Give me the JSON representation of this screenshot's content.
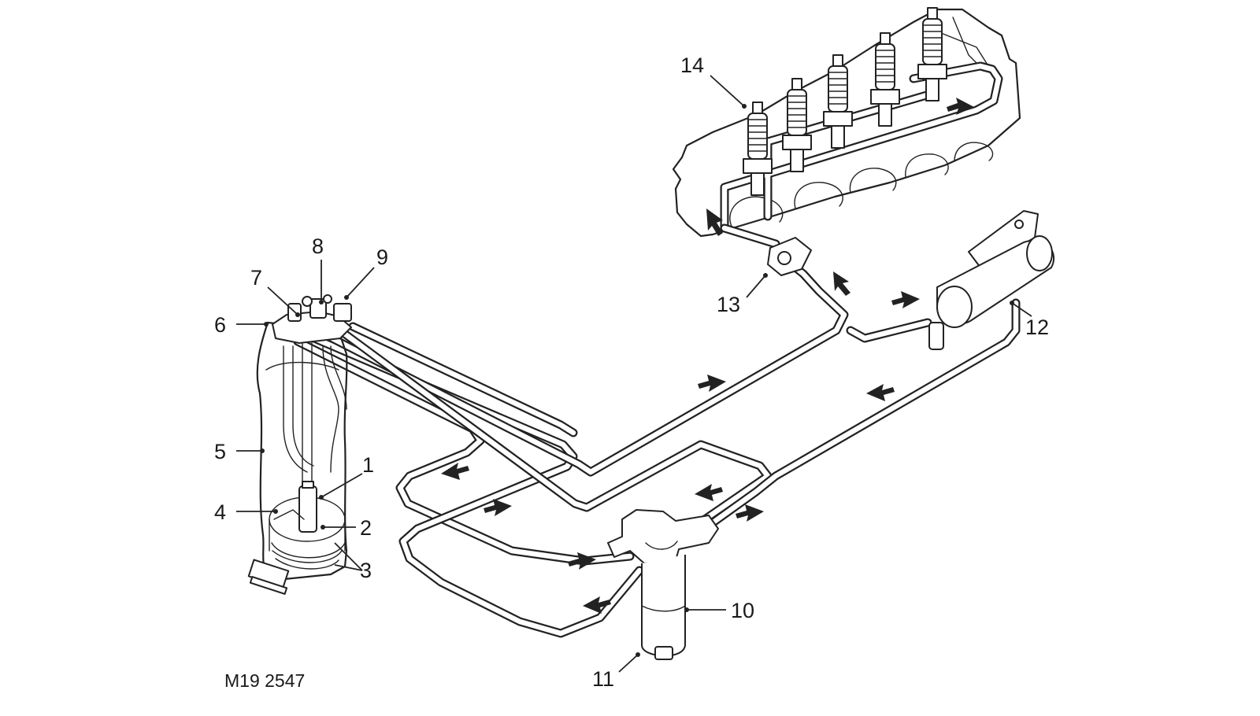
{
  "callouts": {
    "c1": "1",
    "c2": "2",
    "c3": "3",
    "c4": "4",
    "c5": "5",
    "c6": "6",
    "c7": "7",
    "c8": "8",
    "c9": "9",
    "c10": "10",
    "c11": "11",
    "c12": "12",
    "c13": "13",
    "c14": "14"
  },
  "figure_ref": "M19 2547"
}
